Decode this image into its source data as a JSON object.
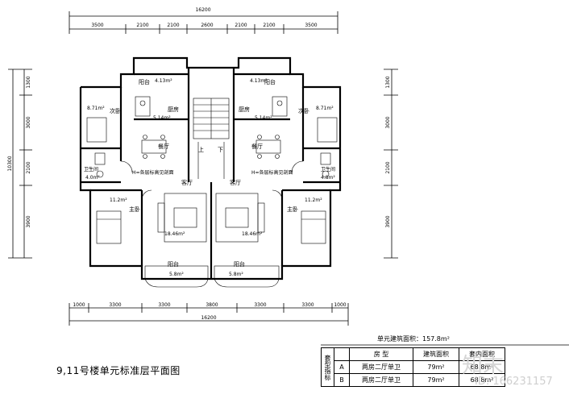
{
  "top_dims": {
    "total": "16200",
    "segments": [
      "3500",
      "2100",
      "2100",
      "2600",
      "2100",
      "2100",
      "3500"
    ]
  },
  "bottom_dims": {
    "total": "16200",
    "segments": [
      "1000",
      "3300",
      "3300",
      "3800",
      "3300",
      "3300",
      "1000"
    ]
  },
  "left_dims": {
    "total": "10300",
    "segments": [
      "1300",
      "3000",
      "2100",
      "3900"
    ]
  },
  "right_dims": {
    "segments": [
      "1300",
      "3000",
      "2100",
      "3900"
    ]
  },
  "rooms": {
    "balcony": "阳台",
    "balcony_area": "4.13m²",
    "kitchen": "厨房",
    "kitchen_area": "5.14m²",
    "dining": "餐厅",
    "bedroom2": "次卧",
    "bedroom2_area": "8.71m²",
    "bath": "卫生间",
    "bath_area_left": "4.0m²",
    "bath_area_right": "4.8m²",
    "note": "H=各层标高见剖面",
    "living": "客厅",
    "living_area": "18.46m²",
    "master": "主卧",
    "master_area": "11.2m²",
    "south_balcony": "阳台",
    "south_balcony_area": "5.8m²",
    "stair_up": "上",
    "stair_down": "下"
  },
  "caption": "9,11号楼单元标准层平面图",
  "summary": {
    "label": "单元建筑面积：157.8m²"
  },
  "table": {
    "side_label": "套型指标",
    "headers": [
      "房  型",
      "建筑面积",
      "套内面积"
    ],
    "rows": [
      {
        "id": "A",
        "type": "两房二厅单卫",
        "gross": "79m²",
        "net": "68.8m²"
      },
      {
        "id": "B",
        "type": "两房二厅单卫",
        "gross": "79m²",
        "net": "68.8m²"
      }
    ]
  },
  "watermark": {
    "brand": "知末",
    "id": "ID: 166231157"
  }
}
